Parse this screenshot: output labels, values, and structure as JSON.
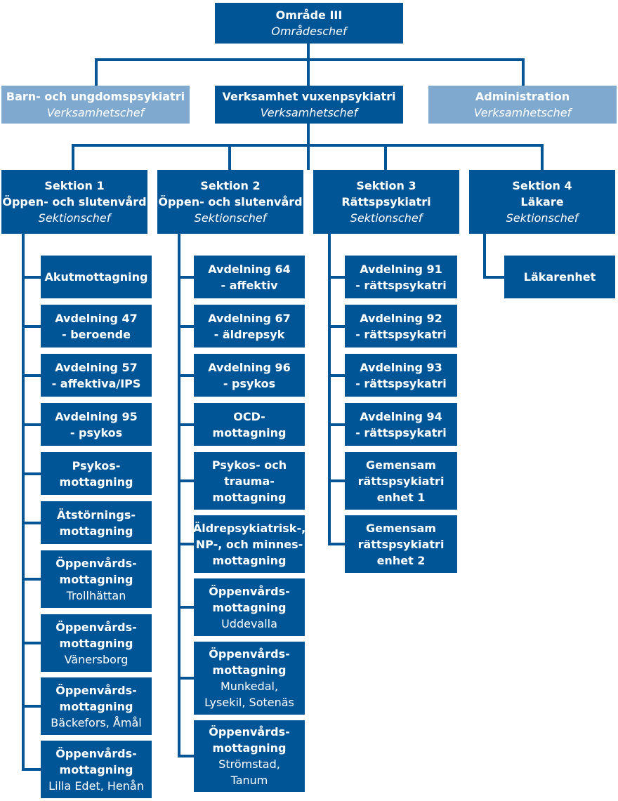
{
  "top": {
    "title": "Område III",
    "role": "Områdeschef"
  },
  "level2": [
    {
      "title": "Barn- och ungdomspsykiatri",
      "role": "Verksamhetschef"
    },
    {
      "title": "Verksamhet vuxenpsykiatri",
      "role": "Verksamhetschef"
    },
    {
      "title": "Administration",
      "role": "Verksamhetschef"
    }
  ],
  "sections": [
    {
      "line1": "Sektion 1",
      "line2": "Öppen- och slutenvård",
      "role": "Sektionschef"
    },
    {
      "line1": "Sektion 2",
      "line2": "Öppen- och slutenvård",
      "role": "Sektionschef"
    },
    {
      "line1": "Sektion 3",
      "line2": "Rättspsykiatri",
      "role": "Sektionschef"
    },
    {
      "line1": "Sektion 4",
      "line2": "Läkare",
      "role": "Sektionschef"
    }
  ],
  "units": {
    "s1": [
      {
        "l1": "Akutmottagning"
      },
      {
        "l1": "Avdelning 47",
        "l2": "- beroende"
      },
      {
        "l1": "Avdelning 57",
        "l2": "- affektiva/IPS"
      },
      {
        "l1": "Avdelning 95",
        "l2": "- psykos"
      },
      {
        "l1": "Psykos-",
        "l2": "mottagning"
      },
      {
        "l1": "Ätstörnings-",
        "l2": "mottagning"
      },
      {
        "l1": "Öppenvårds-",
        "l2": "mottagning",
        "loc1": "Trollhättan"
      },
      {
        "l1": "Öppenvårds-",
        "l2": "mottagning",
        "loc1": "Vänersborg"
      },
      {
        "l1": "Öppenvårds-",
        "l2": "mottagning",
        "loc1": "Bäckefors, Åmål"
      },
      {
        "l1": "Öppenvårds-",
        "l2": "mottagning",
        "loc1": "Lilla Edet, Henån"
      }
    ],
    "s2": [
      {
        "l1": "Avdelning 64",
        "l2": "- affektiv"
      },
      {
        "l1": "Avdelning 67",
        "l2": "- äldrepsyk"
      },
      {
        "l1": "Avdelning 96",
        "l2": "- psykos"
      },
      {
        "l1": "OCD-",
        "l2": "mottagning"
      },
      {
        "l1": "Psykos- och",
        "l2": "trauma-",
        "l3": "mottagning"
      },
      {
        "l1": "Äldrepsykiatrisk-,",
        "l2": "NP-, och minnes-",
        "l3": "mottagning"
      },
      {
        "l1": "Öppenvårds-",
        "l2": "mottagning",
        "loc1": "Uddevalla"
      },
      {
        "l1": "Öppenvårds-",
        "l2": "mottagning",
        "loc1": "Munkedal,",
        "loc2": "Lysekil, Sotenäs"
      },
      {
        "l1": "Öppenvårds-",
        "l2": "mottagning",
        "loc1": "Strömstad,",
        "loc2": "Tanum"
      }
    ],
    "s3": [
      {
        "l1": "Avdelning 91",
        "l2": "- rättspsykatri"
      },
      {
        "l1": "Avdelning 92",
        "l2": "- rättspsykatri"
      },
      {
        "l1": "Avdelning 93",
        "l2": "- rättspsykatri"
      },
      {
        "l1": "Avdelning 94",
        "l2": "- rättspsykatri"
      },
      {
        "l1": "Gemensam",
        "l2": "rättspsykiatri",
        "l3": "enhet 1"
      },
      {
        "l1": "Gemensam",
        "l2": "rättspsykiatri",
        "l3": "enhet 2"
      }
    ],
    "s4": [
      {
        "l1": "Läkarenhet"
      }
    ]
  },
  "colors": {
    "primary": "#005596",
    "secondary": "#7fa9ce",
    "text": "#ffffff"
  }
}
